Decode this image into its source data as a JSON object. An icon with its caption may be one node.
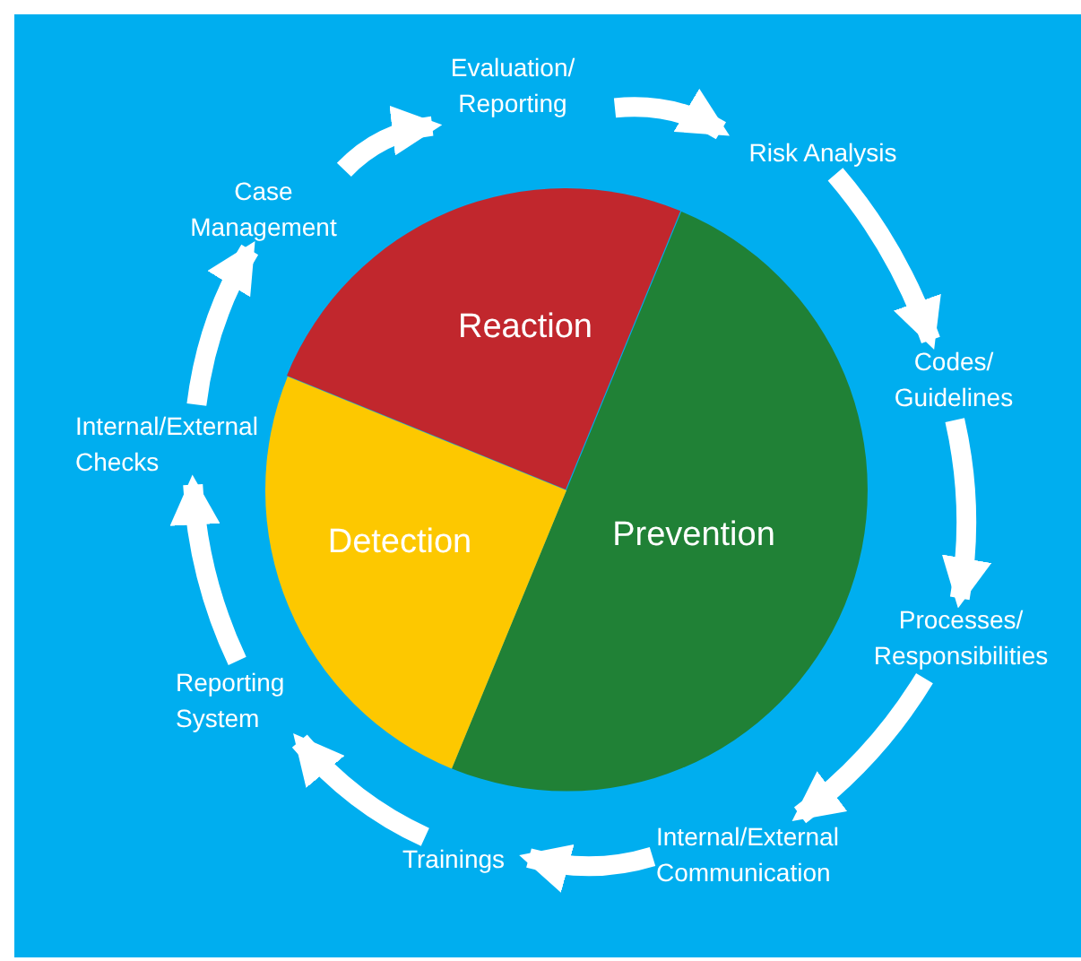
{
  "diagram": {
    "nodes": [
      {
        "text": [
          "Reaction"
        ]
      },
      {
        "text": [
          "Prevention"
        ]
      },
      {
        "text": [
          "Detection"
        ]
      },
      {
        "text": [
          "Evaluation/ Reporting"
        ]
      },
      {
        "text": [
          "Risk Analysis"
        ]
      },
      {
        "text": [
          "Codes/ Guidelines"
        ]
      },
      {
        "text": [
          "Processes/ Responsibilities"
        ]
      },
      {
        "text": [
          "Internal/External Communication"
        ]
      },
      {
        "text": [
          "Trainings"
        ]
      },
      {
        "text": [
          "Reporting System"
        ]
      },
      {
        "text": [
          "Internal/External Checks"
        ]
      },
      {
        "text": [
          "Case Management"
        ]
      }
    ],
    "edges": [
      {
        "from": 11,
        "to": 3,
        "arrow": "to"
      },
      {
        "from": 3,
        "to": 4,
        "arrow": "to"
      },
      {
        "from": 4,
        "to": 5,
        "arrow": "to"
      },
      {
        "from": 5,
        "to": 6,
        "arrow": "to"
      },
      {
        "from": 6,
        "to": 7,
        "arrow": "to"
      },
      {
        "from": 7,
        "to": 8,
        "arrow": "to"
      },
      {
        "from": 8,
        "to": 9,
        "arrow": "to"
      },
      {
        "from": 9,
        "to": 10,
        "arrow": "to"
      },
      {
        "from": 10,
        "to": 11,
        "arrow": "to"
      }
    ]
  }
}
